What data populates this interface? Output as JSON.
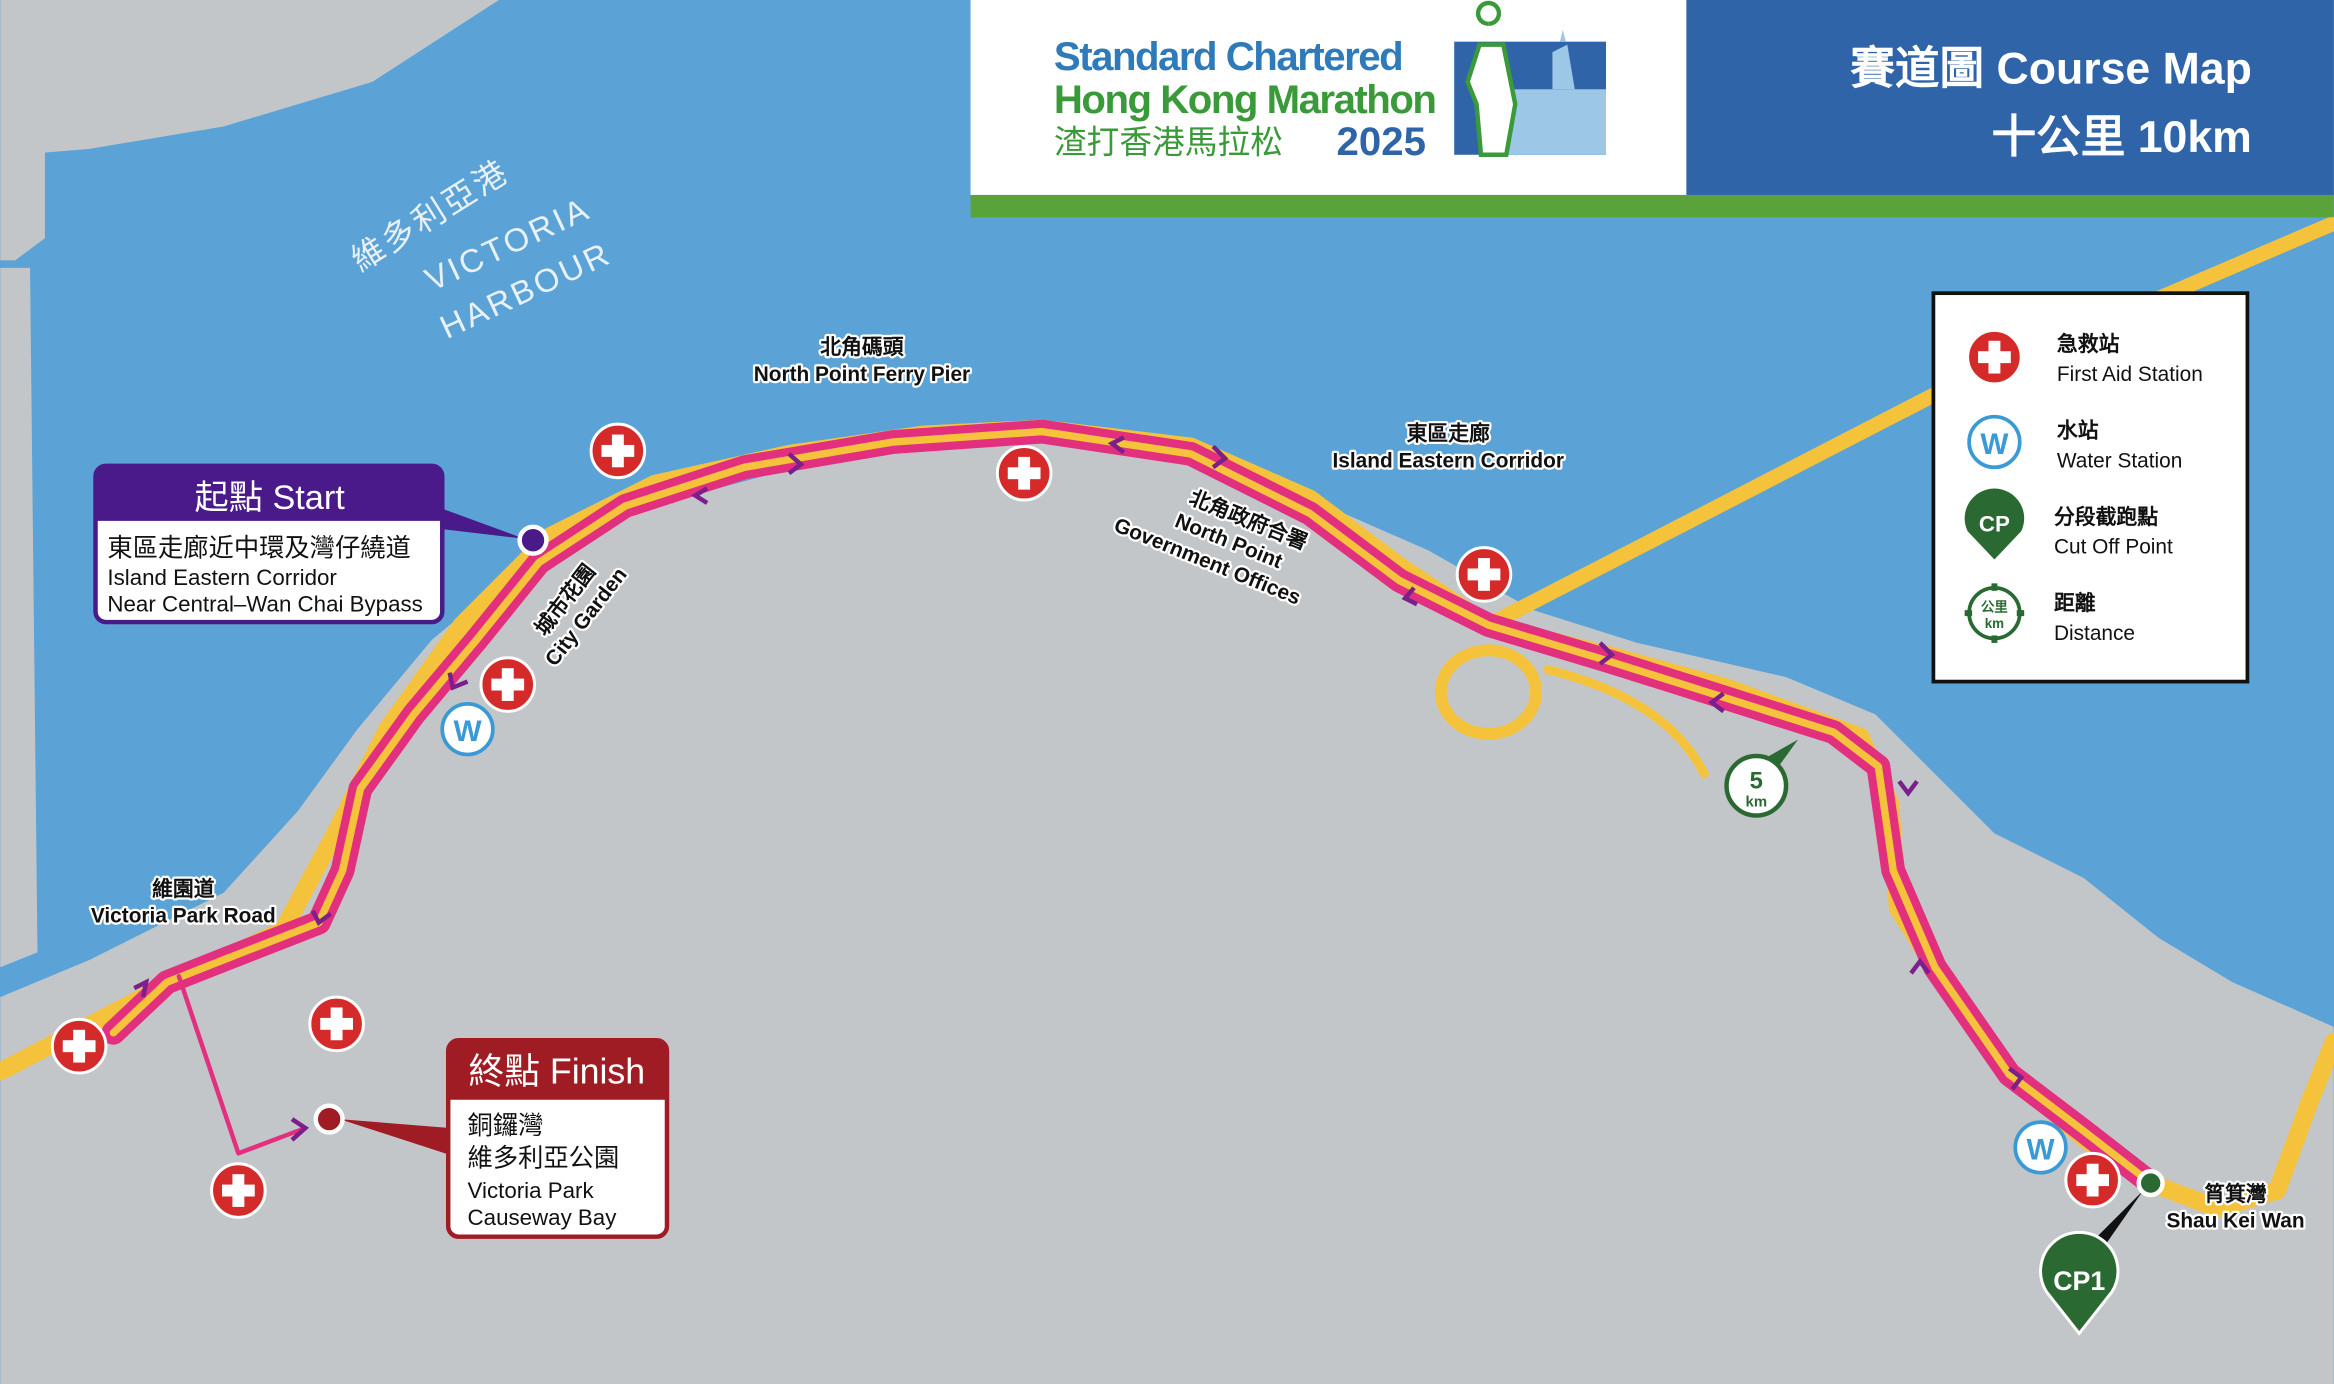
{
  "header": {
    "logo_line1": "Standard Chartered",
    "logo_line2": "Hong Kong Marathon",
    "logo_line3_zh": "渣打香港馬拉松",
    "logo_year": "2025",
    "title_line1": "賽道圖 Course Map",
    "title_line2": "十公里 10km"
  },
  "harbour": {
    "zh": "維多利亞港",
    "en1": "VICTORIA",
    "en2": "HARBOUR"
  },
  "start": {
    "title": "起點 Start",
    "line1": "東區走廊近中環及灣仔繞道",
    "line2": "Island Eastern Corridor",
    "line3": "Near Central–Wan Chai Bypass"
  },
  "finish": {
    "title": "終點 Finish",
    "line1": "銅鑼灣",
    "line2": "維多利亞公園",
    "line3": "Victoria Park",
    "line4": "Causeway Bay"
  },
  "places": {
    "ferry_zh": "北角碼頭",
    "ferry_en": "North Point Ferry Pier",
    "iec_zh": "東區走廊",
    "iec_en": "Island Eastern Corridor",
    "npgo_zh": "北角政府合署",
    "npgo_en1": "North Point",
    "npgo_en2": "Government Offices",
    "cg_zh": "城市花園",
    "cg_en": "City Garden",
    "vpr_zh": "維園道",
    "vpr_en": "Victoria Park Road",
    "skw_zh": "筲箕灣",
    "skw_en": "Shau Kei Wan"
  },
  "markers": {
    "water_letter": "W",
    "distance_value": "5",
    "distance_unit": "km",
    "checkpoint": "CP1"
  },
  "legend": {
    "items": [
      {
        "zh": "急救站",
        "en": "First Aid Station"
      },
      {
        "zh": "水站",
        "en": "Water Station"
      },
      {
        "zh": "分段截跑點",
        "en": "Cut Off Point",
        "icon_text": "CP"
      },
      {
        "zh": "距離",
        "en": "Distance",
        "icon_zh": "公里",
        "icon_en": "km"
      }
    ]
  },
  "colors": {
    "water": "#5ba3d6",
    "land": "#c3c6c9",
    "road": "#f5c33b",
    "route": "#e2307f",
    "start": "#4a1a8a",
    "finish": "#a01c24",
    "first_aid": "#d42a2a",
    "checkpoint": "#2a6a32",
    "header_blue": "#2f64a8",
    "header_green": "#5aa23a"
  }
}
